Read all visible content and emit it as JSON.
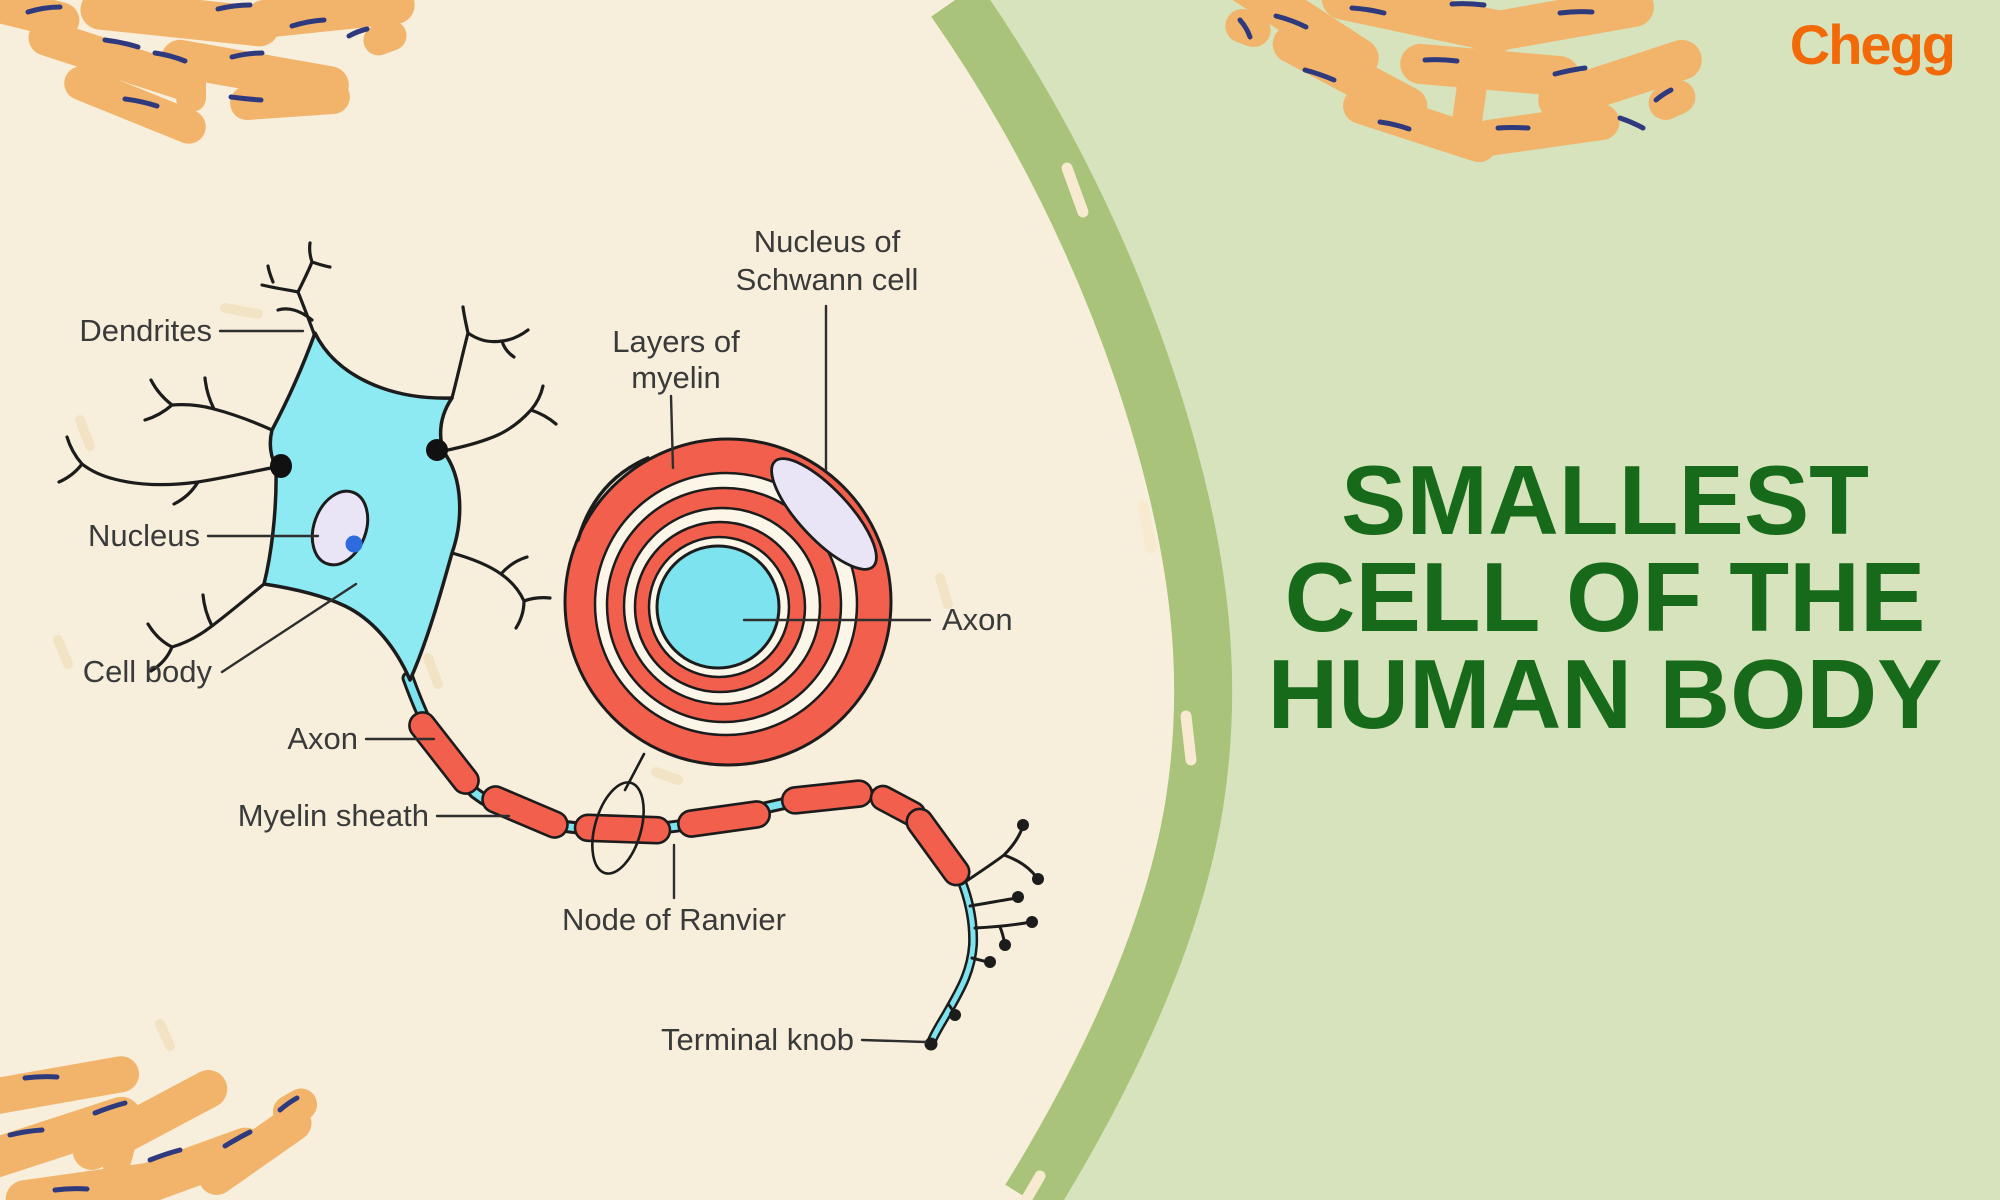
{
  "brand": {
    "logo_text": "Chegg"
  },
  "title": {
    "line1": "SMALLEST",
    "line2": "CELL OF THE",
    "line3": "HUMAN BODY"
  },
  "diagram": {
    "labels": {
      "dendrites": "Dendrites",
      "nucleus": "Nucleus",
      "cell_body": "Cell body",
      "axon_left": "Axon",
      "myelin_sheath": "Myelin sheath",
      "node_of_ranvier": "Node of Ranvier",
      "terminal_knob": "Terminal knob",
      "layers_of_myelin_line1": "Layers of",
      "layers_of_myelin_line2": "myelin",
      "schwann_line1": "Nucleus of",
      "schwann_line2": "Schwann cell",
      "axon_right": "Axon"
    }
  },
  "colors": {
    "background_green": "#d6e3bd",
    "panel_cream": "#f7efdc",
    "membrane_band_olive": "#a9c37a",
    "neuron_cyan": "#8deaf2",
    "axon_cyan": "#7de4ef",
    "myelin_red": "#f2604d",
    "nucleus_lavender": "#e9e5f7",
    "nucleolus_blue": "#2e6bdd",
    "organelle_orange": "#f2b46b",
    "organelle_dash_navy": "#2e3a7d",
    "title_green": "#186a1b",
    "brand_orange": "#f26908",
    "label_text": "#3a3a3a"
  }
}
